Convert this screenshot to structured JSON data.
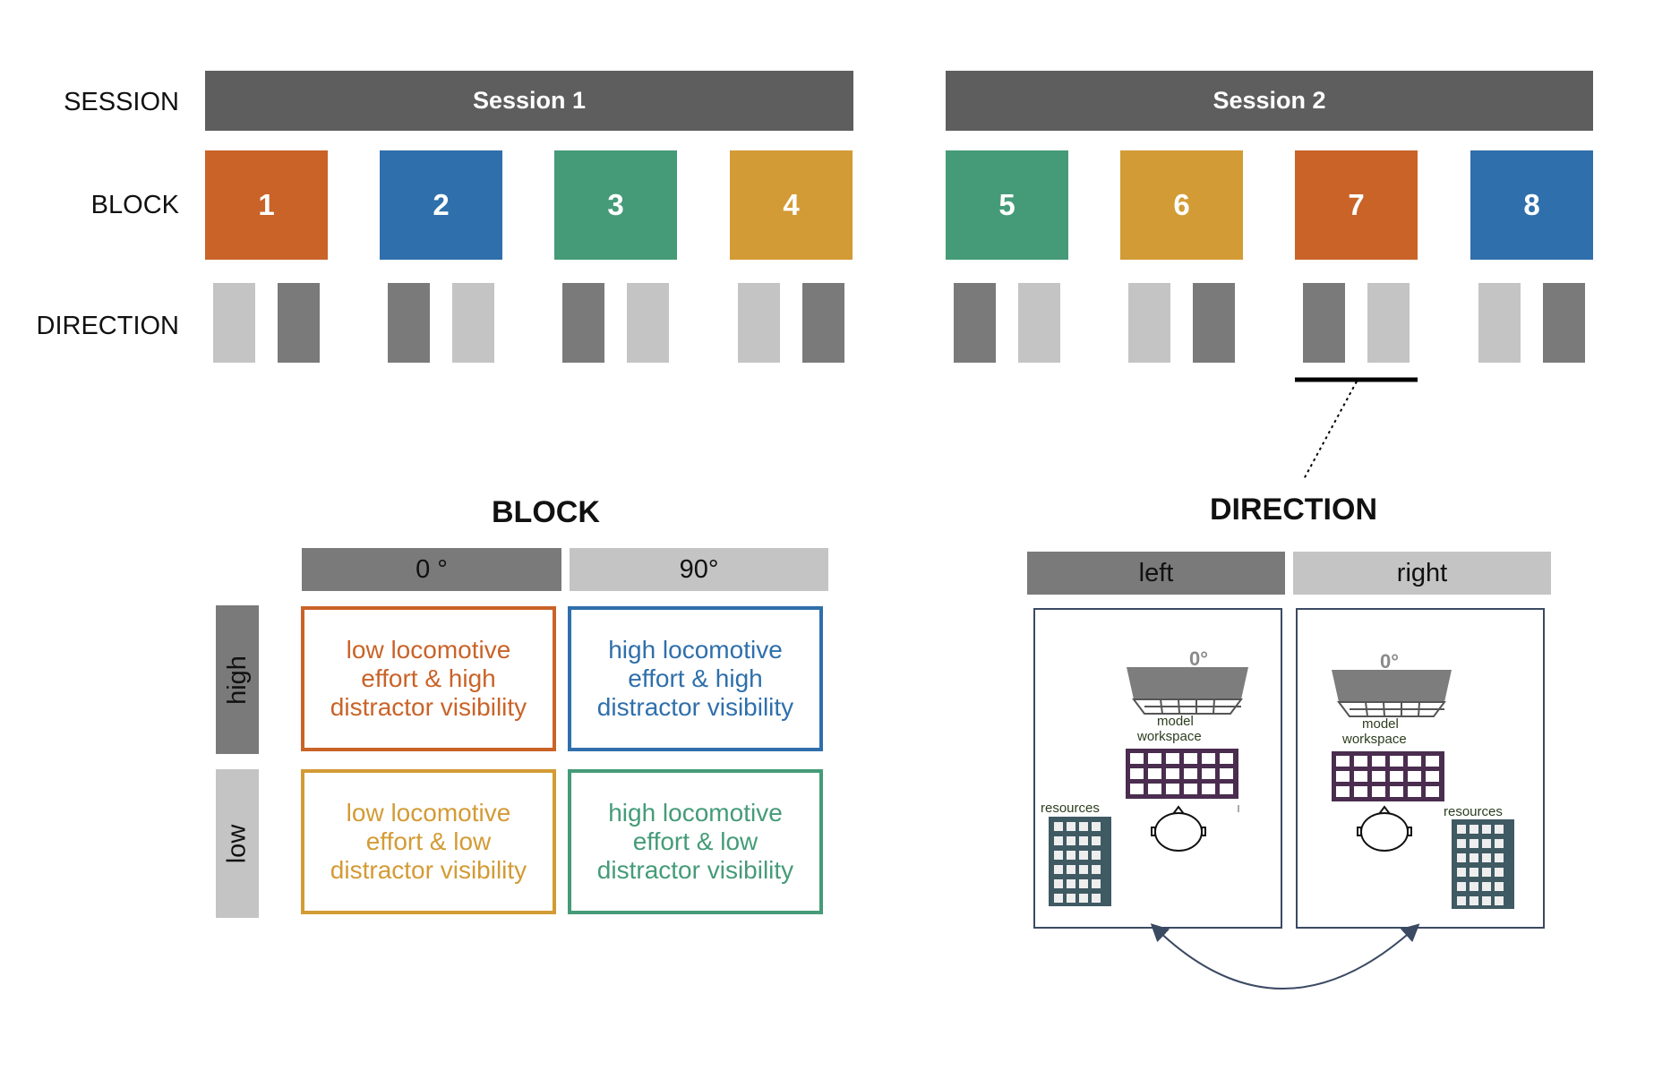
{
  "rows": {
    "session": "SESSION",
    "block": "BLOCK",
    "direction": "DIRECTION"
  },
  "sessions": [
    "Session 1",
    "Session 2"
  ],
  "blocks": [
    {
      "label": "1",
      "color": "#c96328"
    },
    {
      "label": "2",
      "color": "#2f6fab"
    },
    {
      "label": "3",
      "color": "#459b78"
    },
    {
      "label": "4",
      "color": "#d39b35"
    },
    {
      "label": "5",
      "color": "#459b78"
    },
    {
      "label": "6",
      "color": "#d39b35"
    },
    {
      "label": "7",
      "color": "#c96328"
    },
    {
      "label": "8",
      "color": "#2f6fab"
    }
  ],
  "direction_order": [
    [
      "light",
      "dark"
    ],
    [
      "dark",
      "light"
    ],
    [
      "dark",
      "light"
    ],
    [
      "light",
      "dark"
    ],
    [
      "dark",
      "light"
    ],
    [
      "light",
      "dark"
    ],
    [
      "dark",
      "light"
    ],
    [
      "light",
      "dark"
    ]
  ],
  "block_section": {
    "title": "BLOCK",
    "columns": [
      "0 °",
      "90°"
    ],
    "rows": [
      "high",
      "low"
    ],
    "cells": [
      {
        "text": "low locomotive effort & high distractor visibility",
        "color": "#c96328"
      },
      {
        "text": "high locomotive effort & high distractor visibility",
        "color": "#2f6fab"
      },
      {
        "text": "low locomotive effort & low distractor visibility",
        "color": "#d39b35"
      },
      {
        "text": "high locomotive effort & low distractor visibility",
        "color": "#459b78"
      }
    ]
  },
  "direction_section": {
    "title": "DIRECTION",
    "columns": [
      "left",
      "right"
    ],
    "panels": [
      {
        "angle": "0°",
        "model": "model",
        "workspace": "workspace",
        "resources": "resources",
        "resources_side": "left"
      },
      {
        "angle": "0°",
        "model": "model",
        "workspace": "workspace",
        "resources": "resources",
        "resources_side": "right"
      }
    ]
  },
  "colors": {
    "session_bar": "#5e5e5e",
    "dark_gray": "#7a7a7a",
    "light_gray": "#c4c4c4",
    "panel_border": "#3b4a63",
    "grid_purple": "#4a2d4f"
  }
}
